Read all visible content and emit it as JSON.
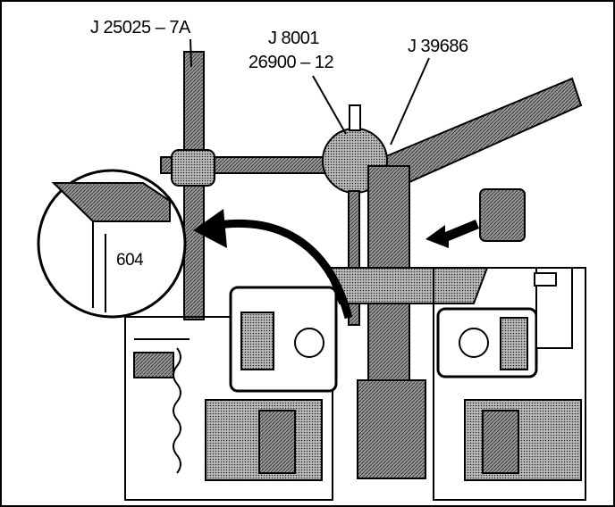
{
  "labels": {
    "tool_j25025": "J 25025 – 7A",
    "tool_j8001": "J 8001",
    "tool_26900": "26900 – 12",
    "tool_j39686": "J 39686",
    "callout_604": "604"
  },
  "colors": {
    "ink": "#000000",
    "hatch": "#6a6a6a",
    "paper": "#ffffff"
  }
}
